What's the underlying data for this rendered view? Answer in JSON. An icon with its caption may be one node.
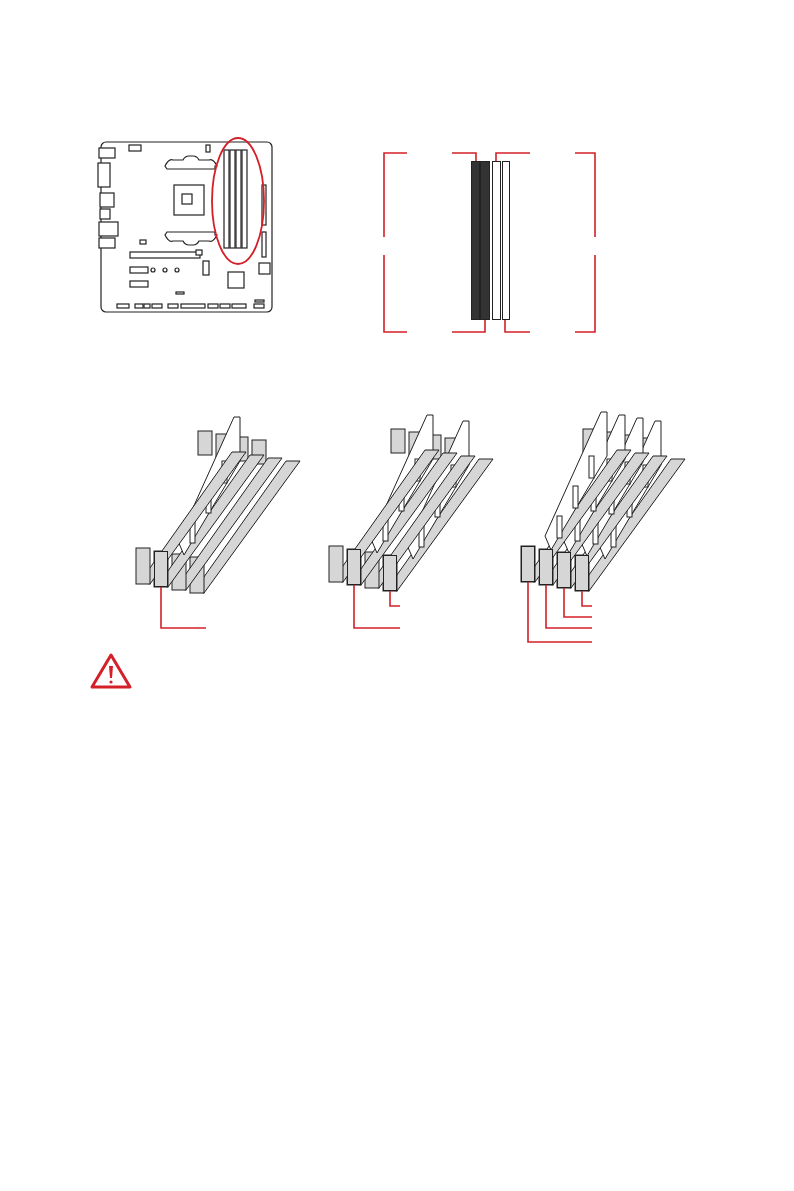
{
  "diagram": {
    "nodes": [
      {
        "text": [],
        "shape": "bar"
      },
      {
        "text": [],
        "shape": "bar"
      },
      {
        "text": [],
        "shape": "bar"
      },
      {
        "text": [],
        "shape": "bar"
      },
      {
        "text": [],
        "shape": "bar"
      },
      {
        "text": [],
        "shape": "bar"
      },
      {
        "text": [],
        "shape": "bar"
      },
      {
        "text": [],
        "shape": "bar"
      },
      {
        "text": [],
        "shape": "bar"
      },
      {
        "text": [],
        "shape": "bar"
      },
      {
        "text": [],
        "shape": "bar"
      }
    ],
    "edges": [
      {
        "from": null,
        "to": 0,
        "arrow": "none"
      },
      {
        "from": null,
        "to": 1,
        "arrow": "none"
      },
      {
        "from": null,
        "to": 2,
        "arrow": "none"
      },
      {
        "from": null,
        "to": 3,
        "arrow": "none"
      },
      {
        "from": null,
        "to": 4,
        "arrow": "none"
      },
      {
        "from": null,
        "to": 5,
        "arrow": "none"
      },
      {
        "from": null,
        "to": 6,
        "arrow": "none"
      },
      {
        "from": null,
        "to": 7,
        "arrow": "none"
      },
      {
        "from": null,
        "to": 8,
        "arrow": "none"
      },
      {
        "from": null,
        "to": 9,
        "arrow": "none"
      },
      {
        "from": null,
        "to": 10,
        "arrow": "none"
      }
    ]
  }
}
